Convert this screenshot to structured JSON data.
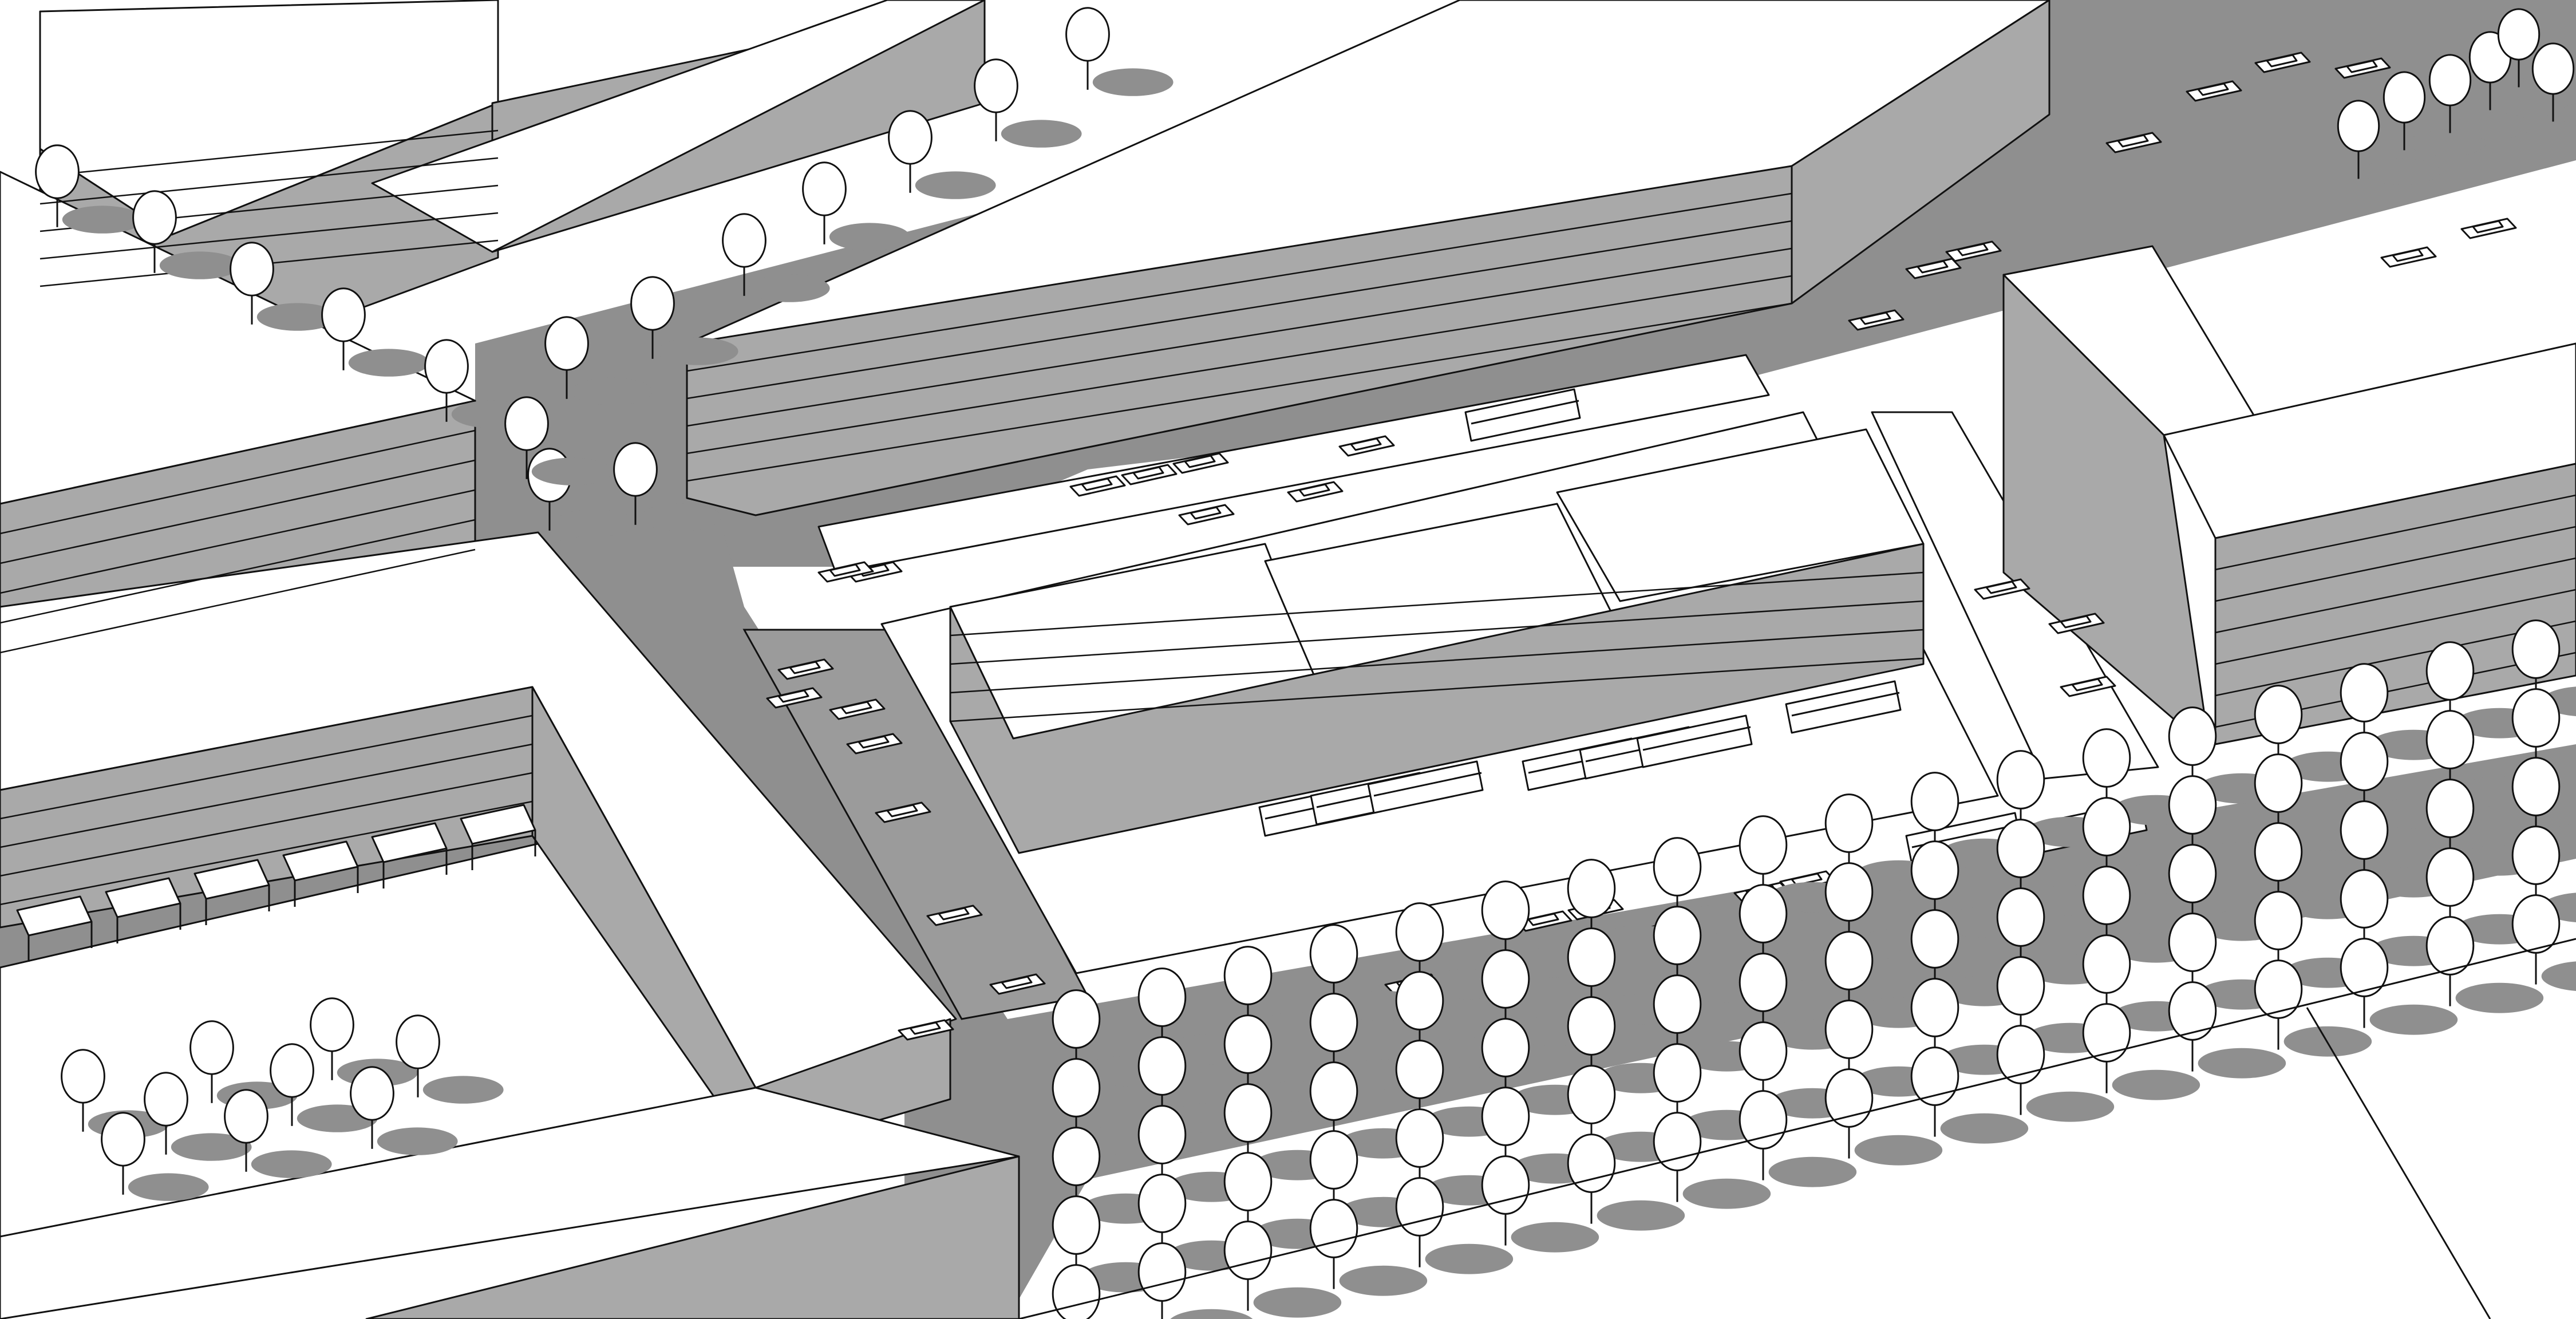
{
  "colors": {
    "background": "#ffffff",
    "roof": "#ffffff",
    "facade": "#a9a9a9",
    "shadow": "#8f8f8f",
    "road": "#9b9b9b",
    "outline": "#111111"
  },
  "scene": {
    "tree_count": 120,
    "car_count": 34,
    "bus_count": 10,
    "market_stall_count": 6
  }
}
